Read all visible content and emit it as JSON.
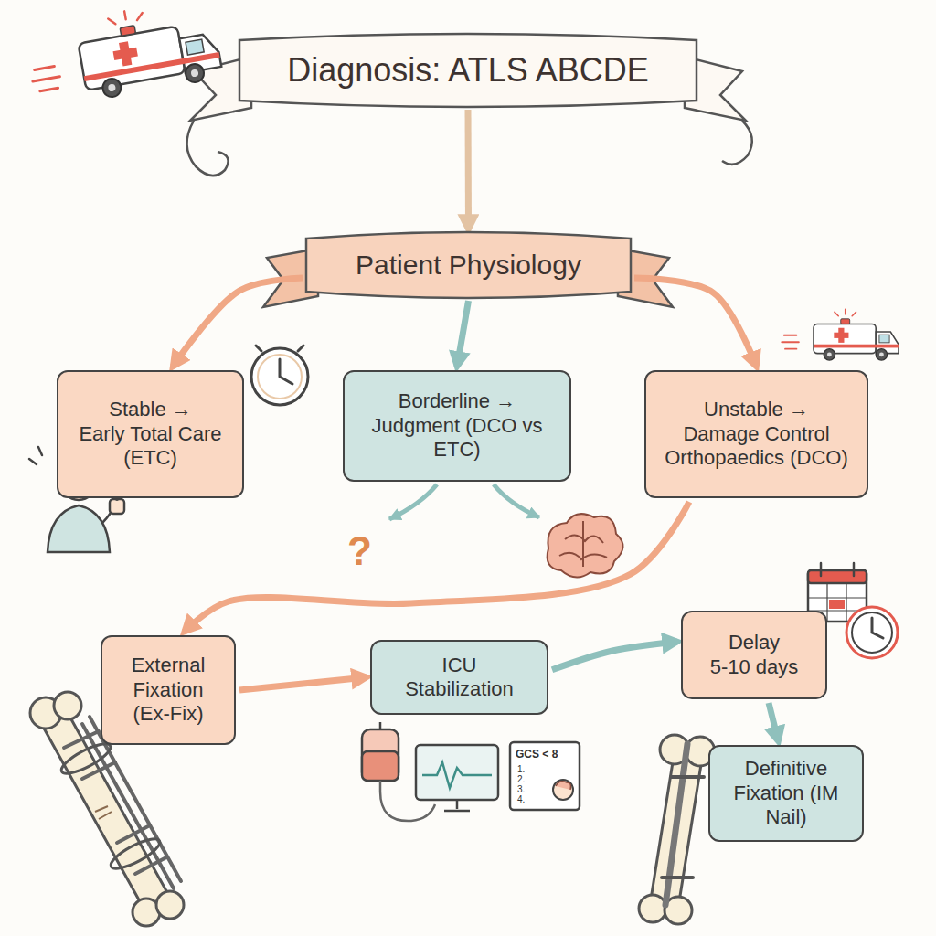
{
  "diagram": {
    "nodes": [
      {
        "text": [
          "Diagnosis: ATLS ABCDE"
        ]
      },
      {
        "text": [
          "Patient Physiology"
        ]
      },
      {
        "text": [
          "Stable →",
          "Early Total Care (ETC)"
        ]
      },
      {
        "text": [
          "Borderline →",
          "Judgment (DCO vs ETC)"
        ]
      },
      {
        "text": [
          "Unstable →",
          "Damage Control Orthopaedics (DCO)"
        ]
      },
      {
        "text": [
          "External Fixation (Ex-Fix)"
        ]
      },
      {
        "text": [
          "ICU Stabilization"
        ]
      },
      {
        "text": [
          "Delay",
          "5-10 days"
        ]
      },
      {
        "text": [
          "Definitive Fixation (IM Nail)"
        ]
      }
    ],
    "edges": [
      {
        "from": 0,
        "to": 1,
        "arrow": "to"
      },
      {
        "from": 1,
        "to": 2,
        "arrow": "to"
      },
      {
        "from": 1,
        "to": 3,
        "arrow": "to"
      },
      {
        "from": 1,
        "to": 4,
        "arrow": "to"
      },
      {
        "from": 4,
        "to": 5,
        "arrow": "to"
      },
      {
        "from": 5,
        "to": 6,
        "arrow": "to"
      },
      {
        "from": 6,
        "to": 7,
        "arrow": "to"
      },
      {
        "from": 7,
        "to": 8,
        "arrow": "to"
      }
    ],
    "labels": [
      "?",
      "GCS < 8",
      "1.",
      "2.",
      "3.",
      "4."
    ]
  }
}
